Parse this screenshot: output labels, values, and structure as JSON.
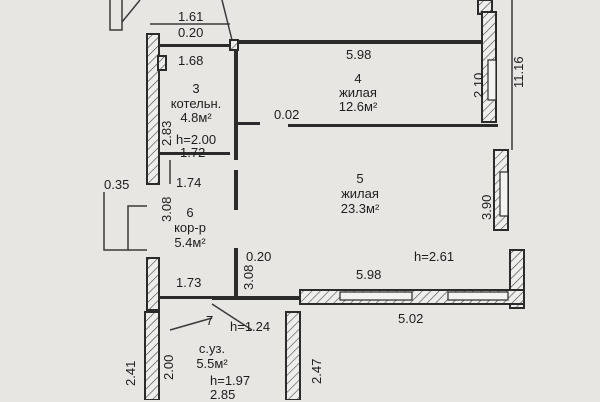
{
  "rooms": [
    {
      "number": "3",
      "name": "котельн.",
      "area": "4.8м²",
      "height": "h=2.00"
    },
    {
      "number": "4",
      "name": "жилая",
      "area": "12.6м²"
    },
    {
      "number": "5",
      "name": "жилая",
      "area": "23.3м²",
      "height": "h=2.61"
    },
    {
      "number": "6",
      "name": "кор-р",
      "area": "5.4м²"
    },
    {
      "number": "7",
      "name": "с.уз.",
      "area": "5.5м²",
      "height": "h=1.97",
      "height2": "h=1.24"
    }
  ],
  "dimensions": {
    "d161": "1.61",
    "d020a": "0.20",
    "d168": "1.68",
    "d283": "2.83",
    "d172": "1.72",
    "d174": "1.74",
    "d035": "0.35",
    "d308a": "3.08",
    "d598a": "5.98",
    "d002": "0.02",
    "d210": "2.10",
    "d1116": "11.16",
    "d390": "3.90",
    "d308b": "3.08",
    "d020b": "0.20",
    "d598b": "5.98",
    "d173": "1.73",
    "d502": "5.02",
    "d241": "2.41",
    "d200": "2.00",
    "d247": "2.47",
    "d285": "2.85"
  },
  "colors": {
    "paper": "#e7e6e3",
    "ink": "#2b2b2b"
  }
}
